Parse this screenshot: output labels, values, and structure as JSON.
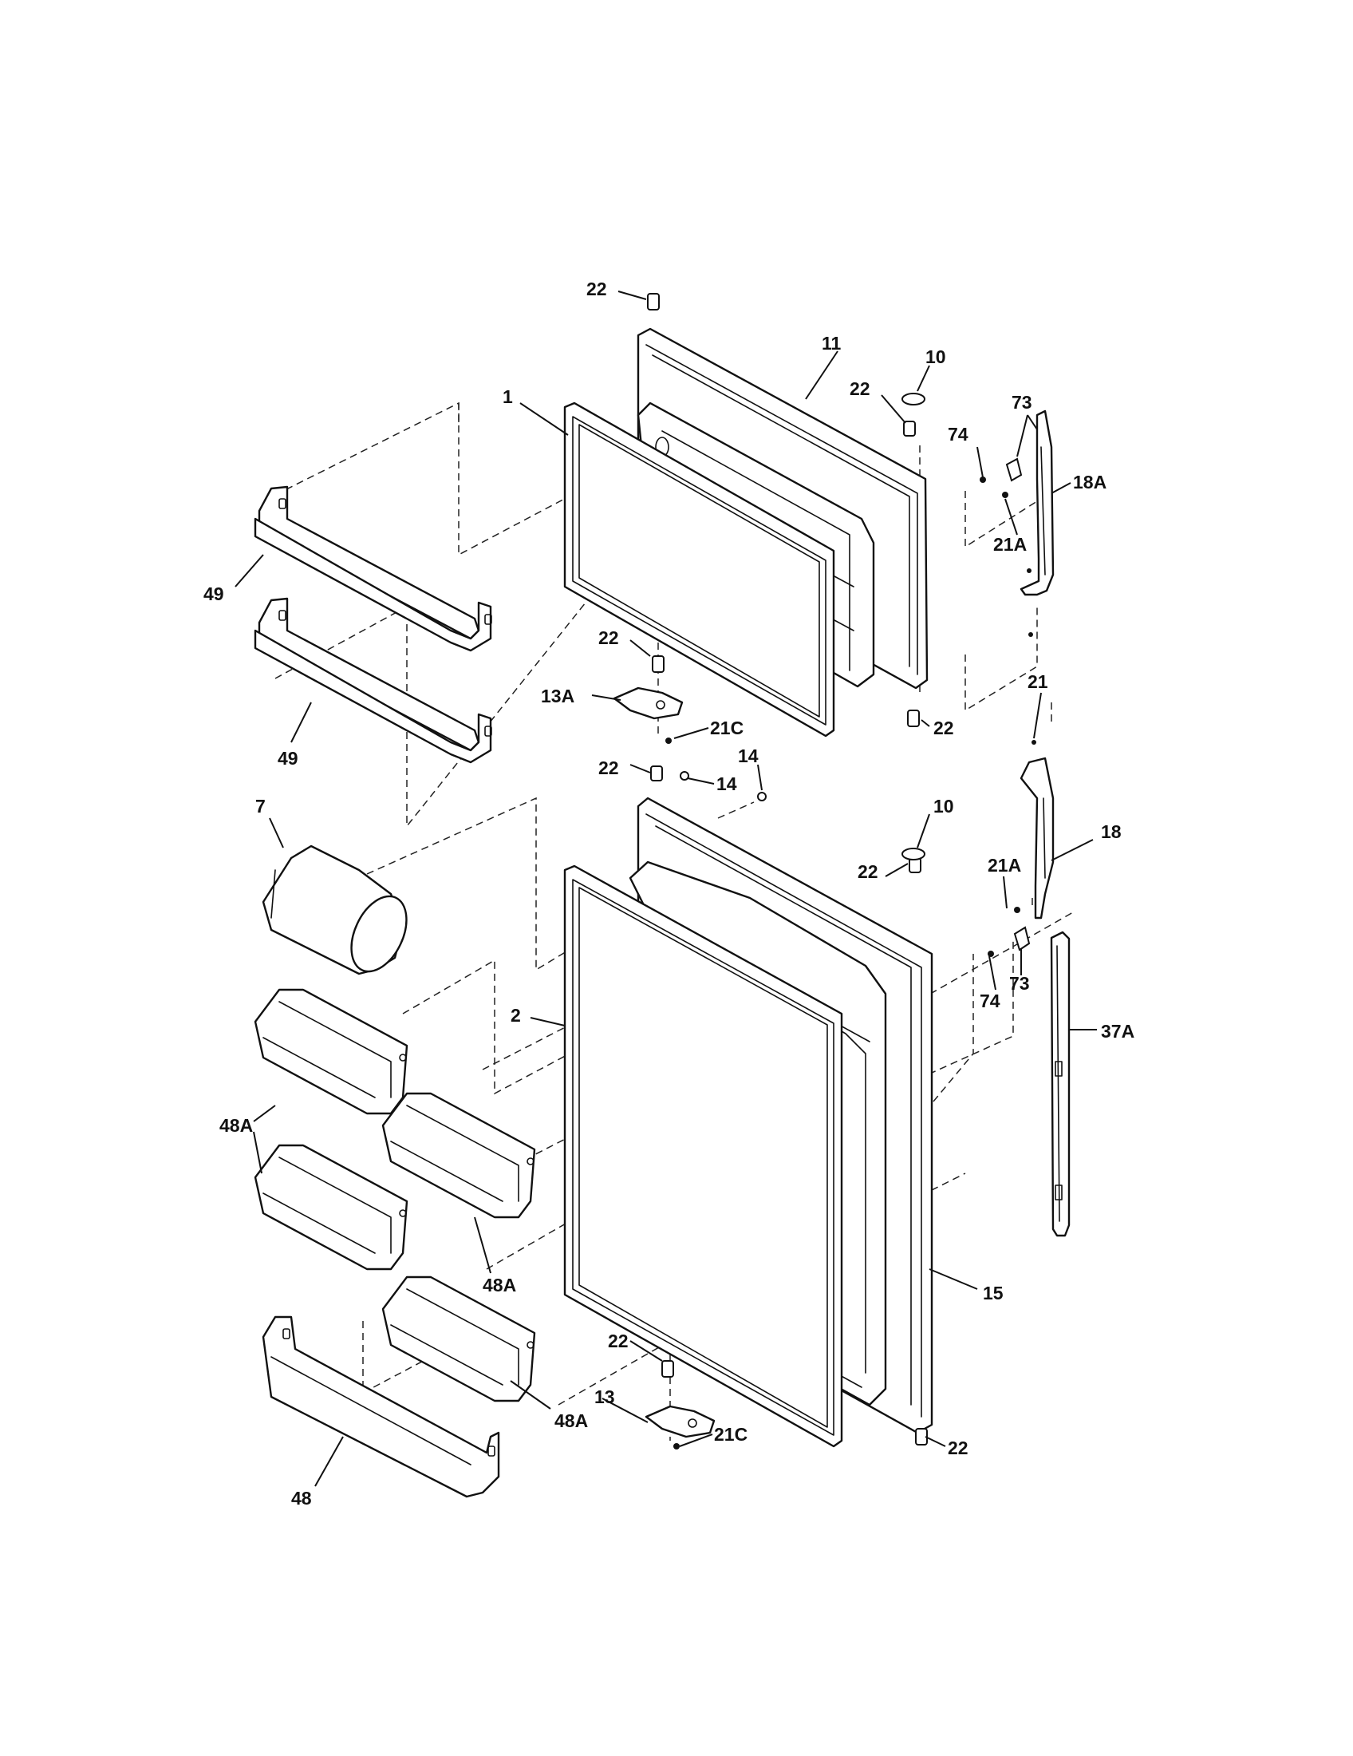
{
  "callouts": {
    "c1": "1",
    "c2": "2",
    "c7": "7",
    "c10a": "10",
    "c10b": "10",
    "c11": "11",
    "c13": "13",
    "c13a": "13A",
    "c14a": "14",
    "c14b": "14",
    "c15": "15",
    "c18": "18",
    "c18a": "18A",
    "c21": "21",
    "c21a1": "21A",
    "c21a2": "21A",
    "c21c1": "21C",
    "c21c2": "21C",
    "c22a": "22",
    "c22b": "22",
    "c22c": "22",
    "c22d": "22",
    "c22e": "22",
    "c22f": "22",
    "c22g": "22",
    "c22h": "22",
    "c37a": "37A",
    "c48": "48",
    "c48a1": "48A",
    "c48a2": "48A",
    "c48a3": "48A",
    "c49a": "49",
    "c49b": "49",
    "c73a": "73",
    "c73b": "73",
    "c74a": "74",
    "c74b": "74"
  }
}
